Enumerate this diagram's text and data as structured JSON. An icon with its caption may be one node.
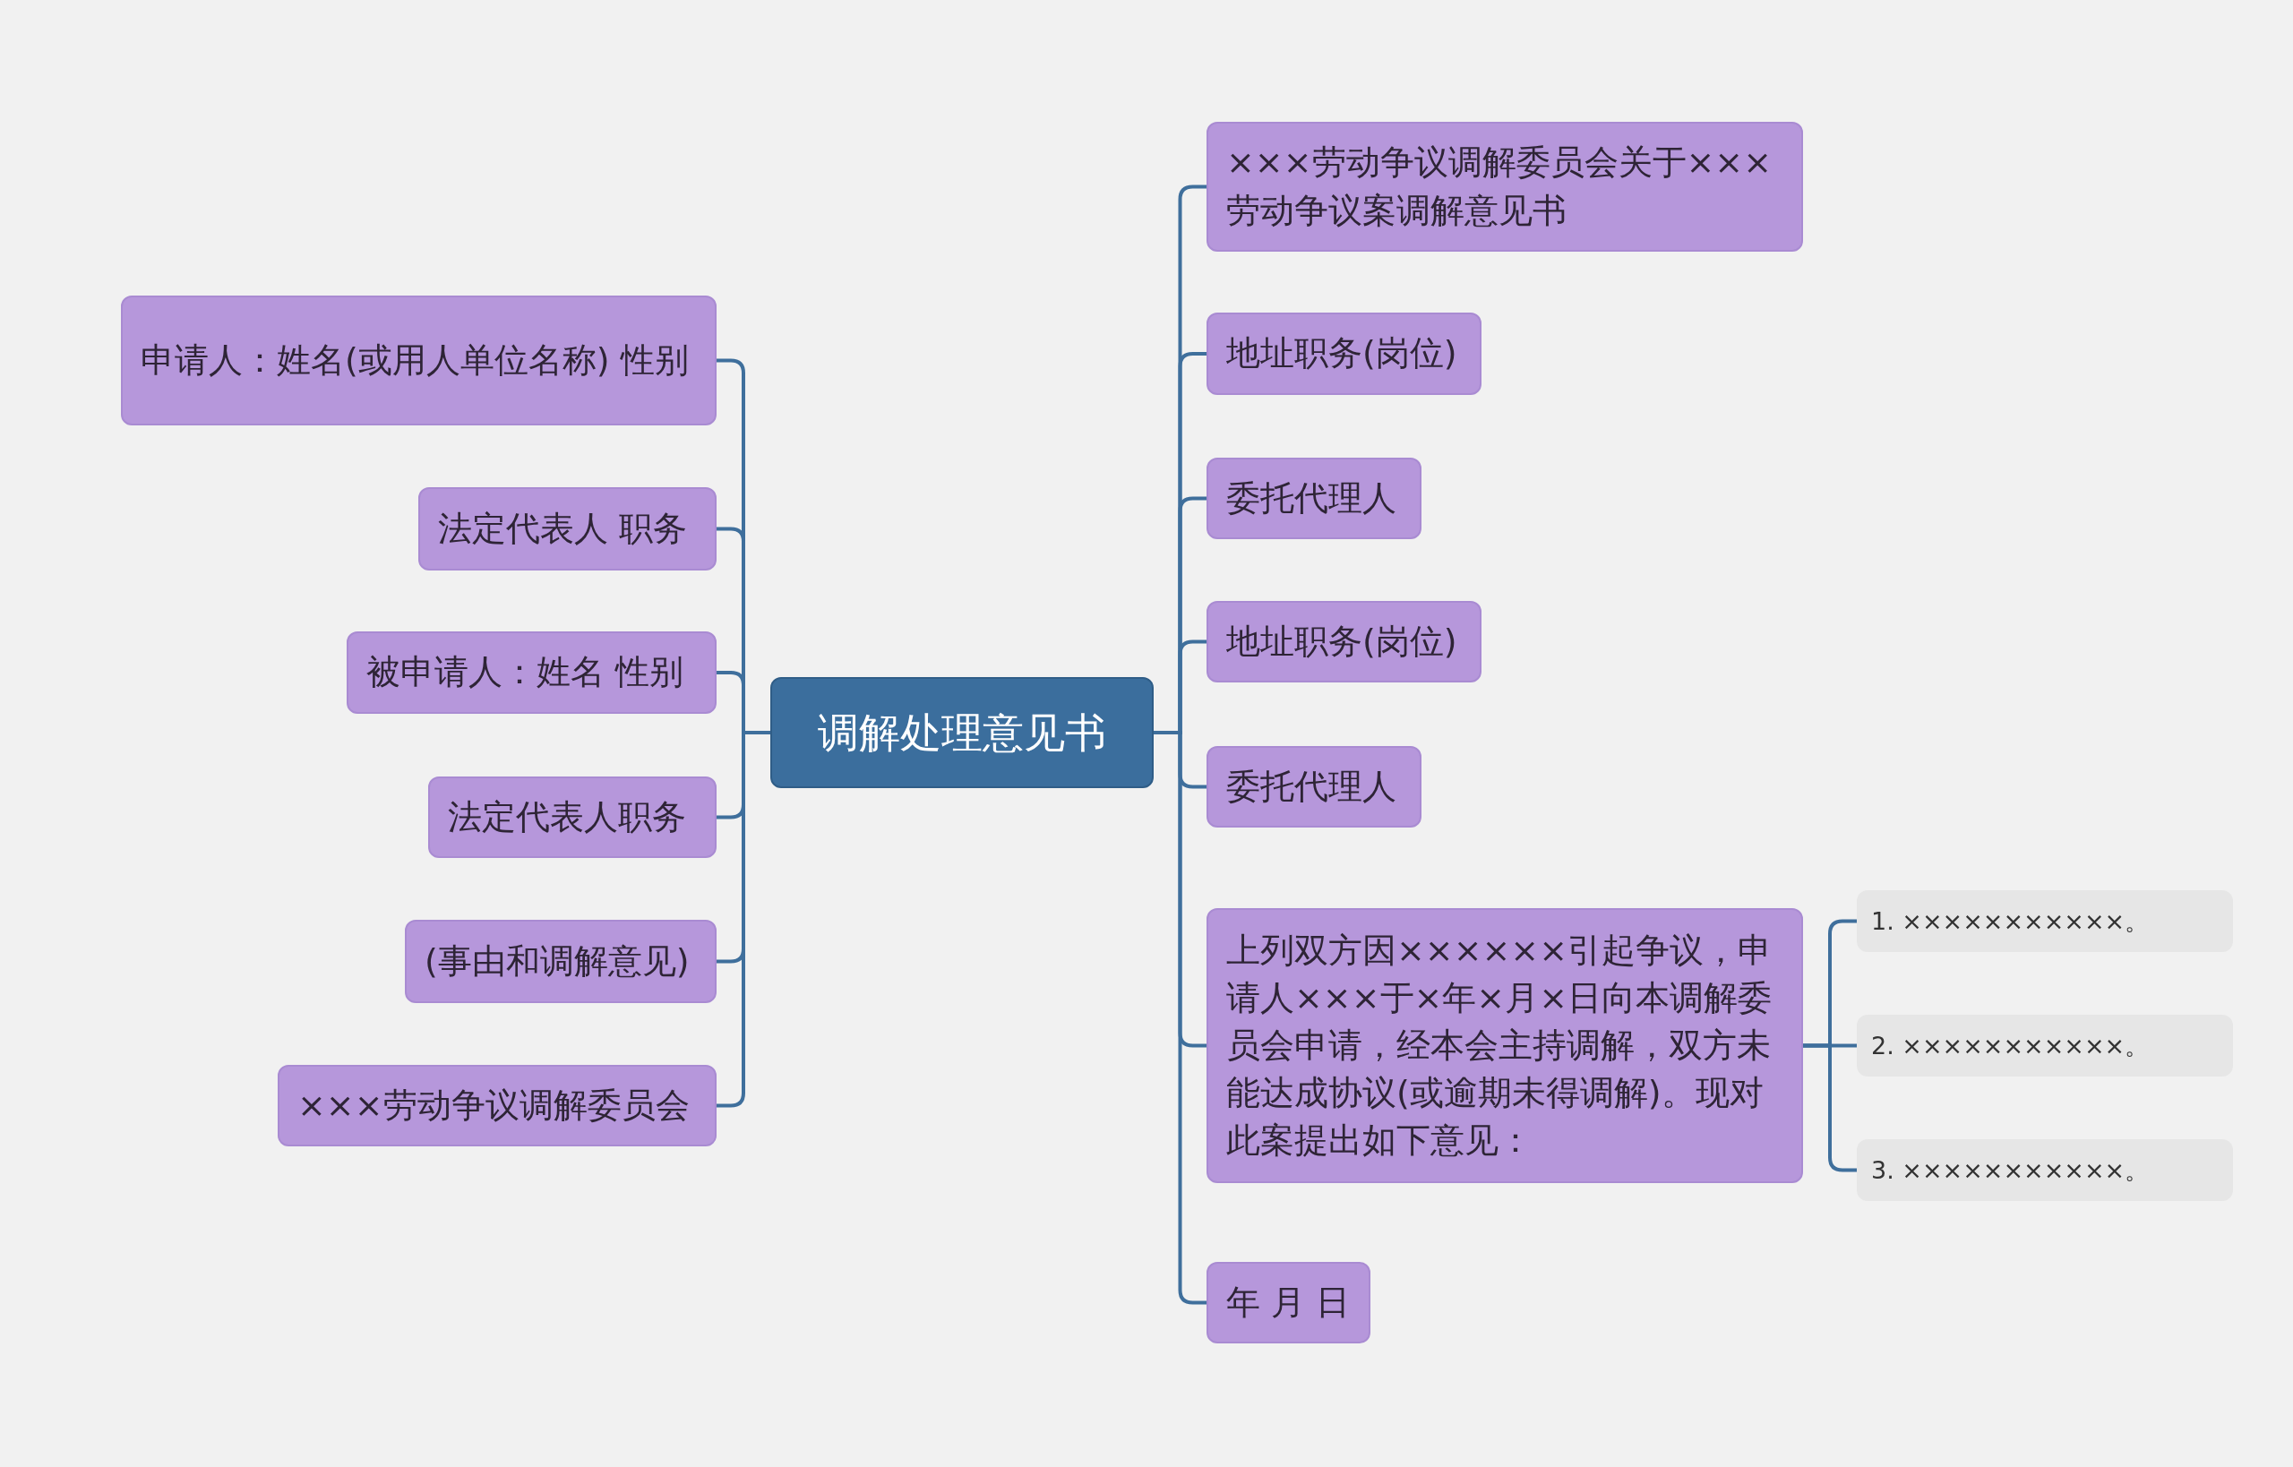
{
  "diagram": {
    "nodes": [
      {
        "text": [
          "调解处理意见书"
        ]
      },
      {
        "text": [
          "申请人：姓名(或用人单位名称) 性别"
        ]
      },
      {
        "text": [
          "法定代表人 职务"
        ]
      },
      {
        "text": [
          "被申请人：姓名 性别"
        ]
      },
      {
        "text": [
          "法定代表人职务"
        ]
      },
      {
        "text": [
          "(事由和调解意见)"
        ]
      },
      {
        "text": [
          "×××劳动争议调解委员会"
        ]
      },
      {
        "text": [
          "×××劳动争议调解委员会关于×××劳动争议案调解意见书"
        ]
      },
      {
        "text": [
          "地址职务(岗位)"
        ]
      },
      {
        "text": [
          "委托代理人"
        ]
      },
      {
        "text": [
          "地址职务(岗位)"
        ]
      },
      {
        "text": [
          "委托代理人"
        ]
      },
      {
        "text": [
          "上列双方因××××××引起争议，申请人×××于×年×月×日向本调解委员会申请，经本会主持调解，双方未能达成协议(或逾期未得调解)。现对此案提出如下意见："
        ]
      },
      {
        "text": [
          "年 月 日"
        ]
      },
      {
        "text": [
          "1. ×××××××××××。"
        ]
      },
      {
        "text": [
          "2. ×××××××××××。"
        ]
      },
      {
        "text": [
          "3. ×××××××××××。"
        ]
      }
    ],
    "edges": [
      {
        "from": 0,
        "to": 1,
        "arrow": "none"
      },
      {
        "from": 0,
        "to": 2,
        "arrow": "none"
      },
      {
        "from": 0,
        "to": 3,
        "arrow": "none"
      },
      {
        "from": 0,
        "to": 4,
        "arrow": "none"
      },
      {
        "from": 0,
        "to": 5,
        "arrow": "none"
      },
      {
        "from": 0,
        "to": 6,
        "arrow": "none"
      },
      {
        "from": 0,
        "to": 7,
        "arrow": "none"
      },
      {
        "from": 0,
        "to": 8,
        "arrow": "none"
      },
      {
        "from": 0,
        "to": 9,
        "arrow": "none"
      },
      {
        "from": 0,
        "to": 10,
        "arrow": "none"
      },
      {
        "from": 0,
        "to": 11,
        "arrow": "none"
      },
      {
        "from": 0,
        "to": 12,
        "arrow": "none"
      },
      {
        "from": 0,
        "to": 13,
        "arrow": "none"
      },
      {
        "from": 12,
        "to": 14,
        "arrow": "none"
      },
      {
        "from": 12,
        "to": 15,
        "arrow": "none"
      },
      {
        "from": 12,
        "to": 16,
        "arrow": "none"
      }
    ]
  }
}
